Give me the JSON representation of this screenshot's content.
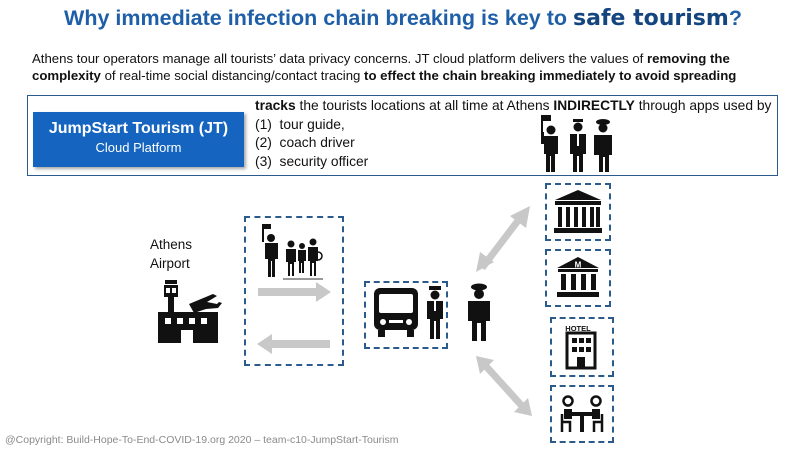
{
  "title": {
    "main": "Why immediate infection chain breaking is key to",
    "emphasis": "safe tourism",
    "end": "?"
  },
  "intro": {
    "part1": "Athens tour operators manage all tourists’ data privacy concerns. JT cloud platform delivers the values of ",
    "bold1": "removing the complexity",
    "part2": " of real-time social distancing/contact tracing ",
    "bold2": "to effect the chain breaking immediately to avoid spreading"
  },
  "platform": {
    "name": "JumpStart Tourism (JT)",
    "subtitle": "Cloud Platform"
  },
  "tracking": {
    "verb": "tracks",
    "text1": " the tourists locations at all time at Athens ",
    "indirectly": "INDIRECTLY",
    "text2": " through apps used by",
    "items": [
      {
        "num": "(1)",
        "label": "tour guide,"
      },
      {
        "num": "(2)",
        "label": "coach driver"
      },
      {
        "num": "(3)",
        "label": "security officer"
      }
    ]
  },
  "airport": {
    "line1": "Athens",
    "line2": "Airport"
  },
  "hotel_sign": "HOTEL",
  "museum_sign": "M",
  "colors": {
    "title": "#1f5fa8",
    "badge": "#1565c0",
    "dash": "#2a5b8c",
    "arrow": "#c8c8c8"
  },
  "icons": [
    "tour-guide-group-icon",
    "coach-driver-icon",
    "security-officer-icon",
    "airport-icon",
    "tourist-group-icon",
    "bus-icon",
    "parthenon-icon",
    "museum-icon",
    "hotel-icon",
    "restaurant-icon"
  ],
  "copyright": "@Copyright: Build-Hope-To-End-COVID-19.org 2020 – team-c10-JumpStart-Tourism"
}
